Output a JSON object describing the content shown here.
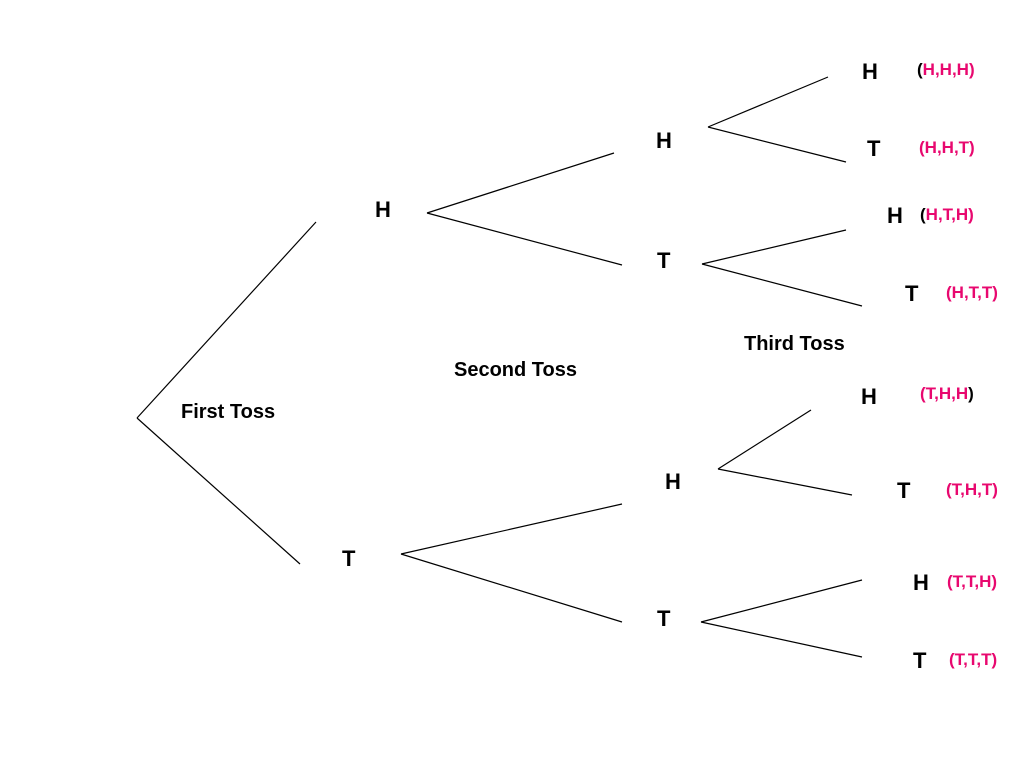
{
  "diagram": {
    "stages": {
      "first": "First Toss",
      "second": "Second Toss",
      "third": "Third Toss"
    },
    "level1": {
      "top": "H",
      "bottom": "T"
    },
    "level2": [
      "H",
      "T",
      "H",
      "T"
    ],
    "level3": [
      "H",
      "T",
      "H",
      "T",
      "H",
      "T",
      "H",
      "T"
    ],
    "outcomes": [
      {
        "open": "(",
        "body": "H,H,H)",
        "close": ""
      },
      {
        "open": "",
        "body": "(H,H,T)",
        "close": ""
      },
      {
        "open": "(",
        "body": "H,T,H)",
        "close": ""
      },
      {
        "open": "",
        "body": "(H,T,T)",
        "close": ""
      },
      {
        "open": "",
        "body": "(T,H,H",
        "close": ")"
      },
      {
        "open": "",
        "body": "(T,H,T)",
        "close": ""
      },
      {
        "open": "",
        "body": "(T,T,H)",
        "close": ""
      },
      {
        "open": "",
        "body": "(T,T,T)",
        "close": ""
      }
    ],
    "colors": {
      "line": "#000000",
      "outcome": "#e8086f",
      "label": "#000000"
    }
  }
}
